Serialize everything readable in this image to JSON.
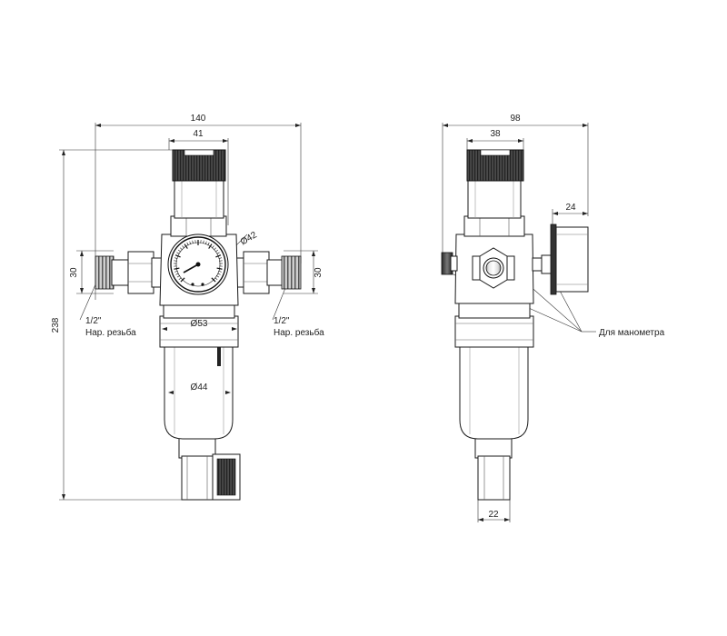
{
  "front_view": {
    "dim_total_width": "140",
    "dim_cap_width": "41",
    "dim_gauge_dia": "Ø42",
    "dim_side_left": "30",
    "dim_side_right": "30",
    "dim_body_dia": "Ø53",
    "dim_bowl_dia": "Ø44",
    "dim_height": "238",
    "thread_left_size": "1/2\"",
    "thread_left_type": "Нар. резьба",
    "thread_right_size": "1/2\"",
    "thread_right_type": "Нар. резьба"
  },
  "side_view": {
    "dim_total_width": "98",
    "dim_cap_width": "38",
    "dim_gauge_depth": "24",
    "dim_drain_width": "22",
    "gauge_ports_label": "Для манометра"
  }
}
